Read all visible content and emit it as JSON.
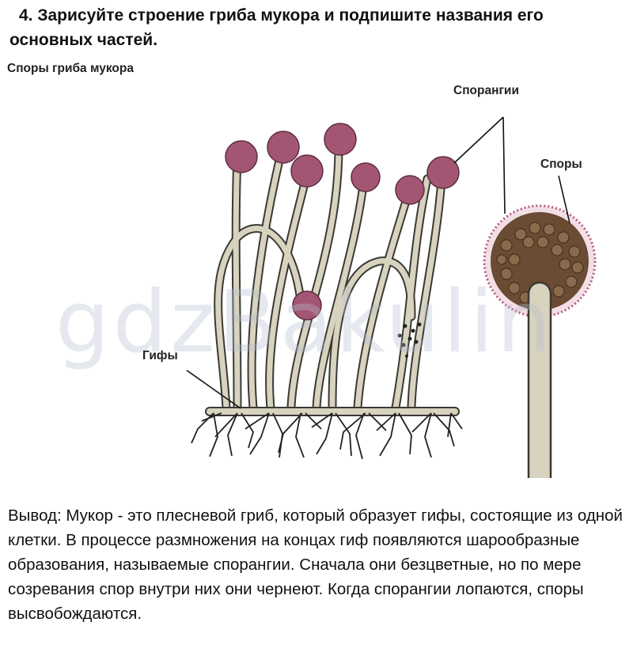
{
  "task": {
    "title_line1": "4. Зарисуйте строение гриба мукора и подпишите названия его",
    "title_line2": "основных частей."
  },
  "figure": {
    "caption": "Споры гриба мукора",
    "labels": {
      "sporangia": "Спорангии",
      "spores": "Споры",
      "hyphae": "Гифы"
    },
    "colors": {
      "hypha_fill": "#d8d3bf",
      "sporangium": "#a35673",
      "spore": "#6a4b33",
      "membrane": "#b75b7d"
    }
  },
  "watermark": "gdzBakulin",
  "conclusion": {
    "text": "Вывод: Мукор - это плесневой гриб, который образует гифы, состоящие из одной клетки. В процессе размножения на концах гиф появляются шарообразные образования, называемые спорангии. Сначала они безцветные, но по мере созревания спор внутри них они чернеют. Когда спорангии лопаются, споры высвобождаются."
  }
}
